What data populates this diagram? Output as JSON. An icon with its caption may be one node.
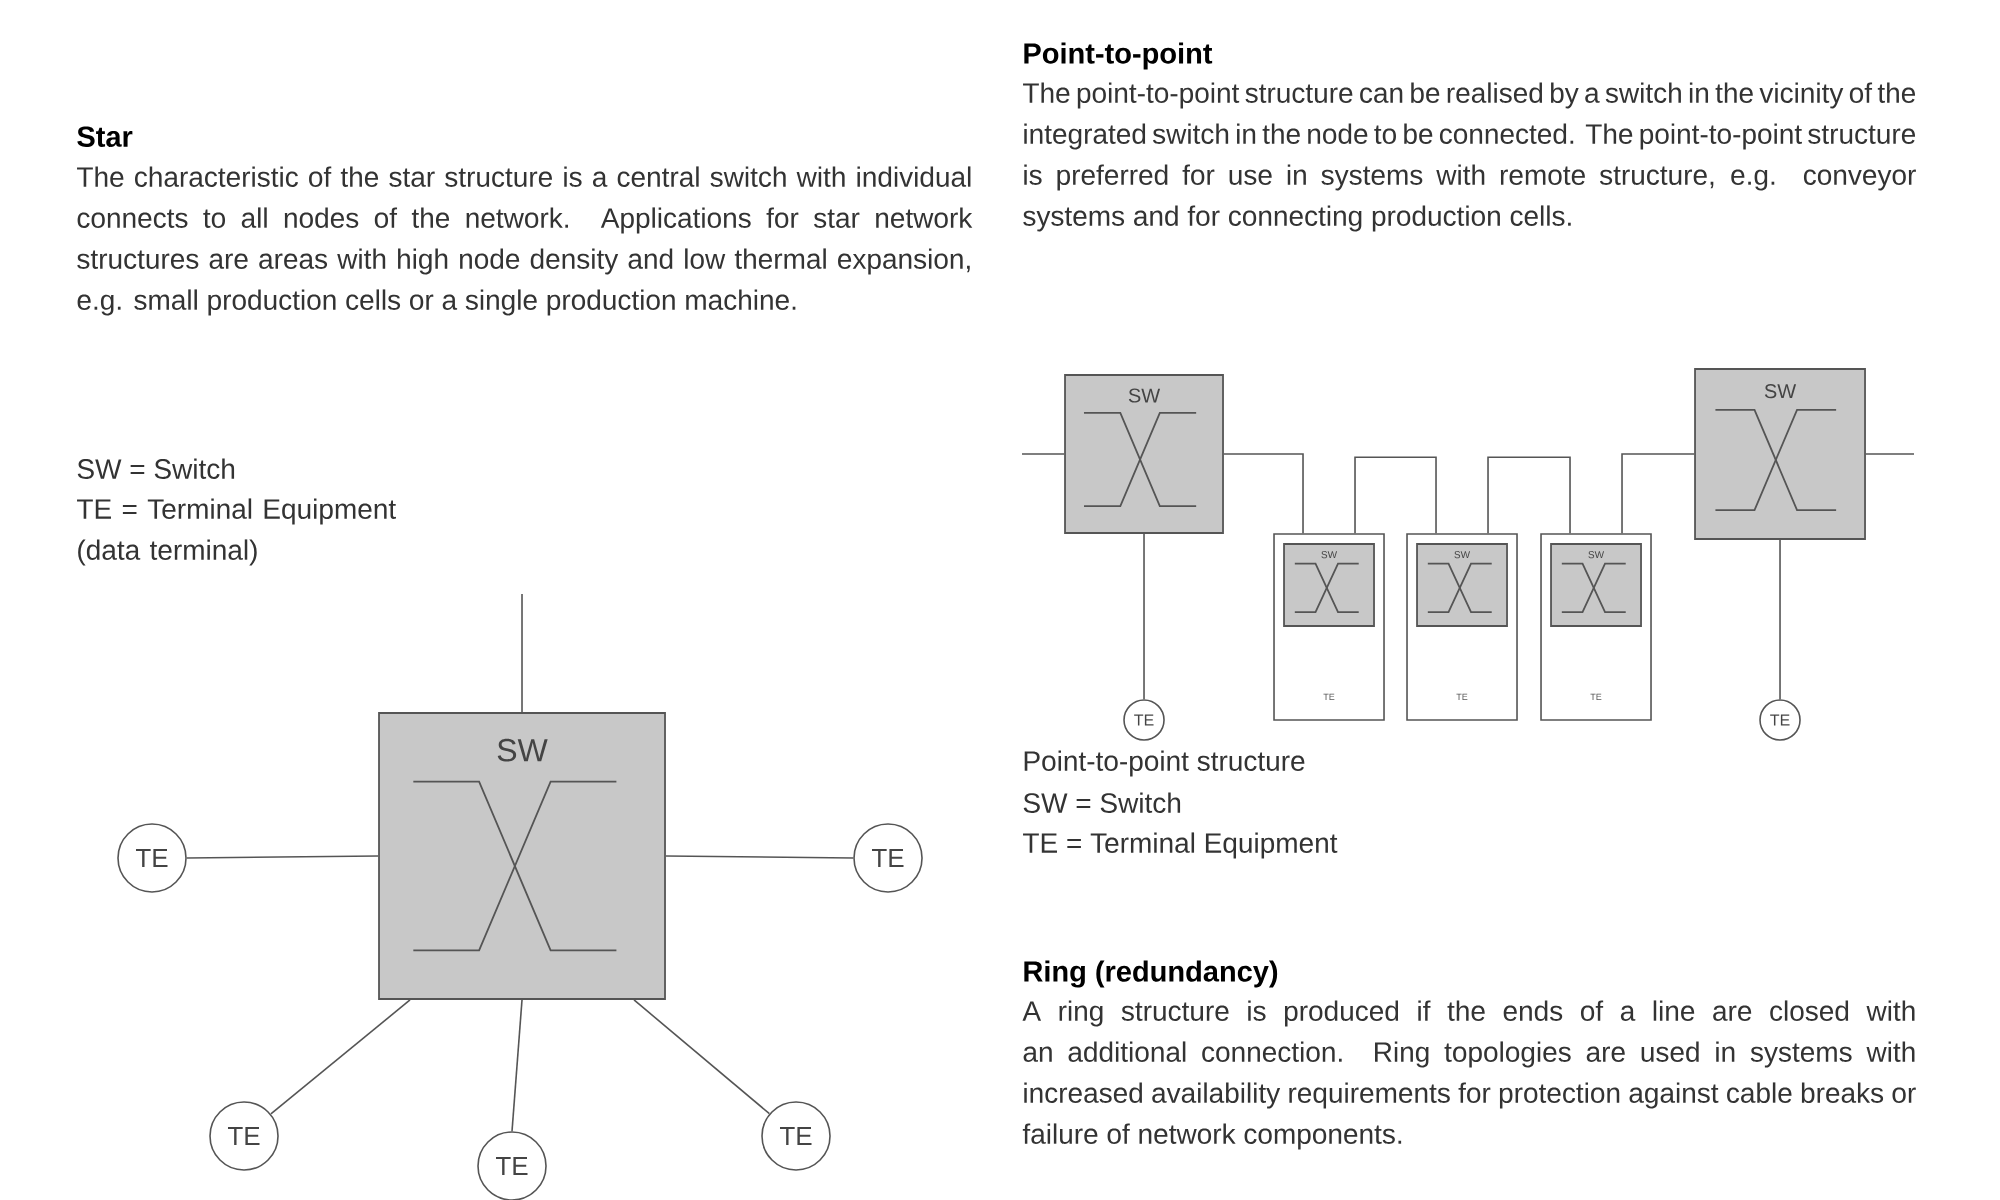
{
  "diagram": {
    "nodes": [
      {
        "text": [
          "SW"
        ]
      },
      {
        "text": [
          "TE"
        ]
      },
      {
        "text": [
          "TE"
        ]
      },
      {
        "text": [
          "TE"
        ]
      },
      {
        "text": [
          "TE"
        ]
      },
      {
        "text": [
          "TE"
        ]
      },
      {
        "text": [
          "SW"
        ]
      },
      {
        "text": [
          "TE"
        ]
      },
      {
        "text": [
          "TE"
        ]
      },
      {
        "text": [
          "SW"
        ],
        "in": 8
      },
      {
        "text": [
          "TE"
        ]
      },
      {
        "text": [
          "SW"
        ],
        "in": 10
      },
      {
        "text": [
          "TE"
        ]
      },
      {
        "text": [
          "SW"
        ],
        "in": 12
      },
      {
        "text": [
          "SW"
        ]
      },
      {
        "text": [
          "TE"
        ]
      }
    ],
    "edges": [
      {
        "from": 0,
        "to": 1,
        "arrow": "none"
      },
      {
        "from": 0,
        "to": 2,
        "arrow": "none"
      },
      {
        "from": 0,
        "to": 3,
        "arrow": "none"
      },
      {
        "from": 0,
        "to": 4,
        "arrow": "none"
      },
      {
        "from": 0,
        "to": 5,
        "arrow": "none"
      },
      {
        "from": 0,
        "to": null,
        "arrow": "none"
      },
      {
        "from": null,
        "to": 6,
        "arrow": "none"
      },
      {
        "from": 6,
        "to": 7,
        "arrow": "none"
      },
      {
        "from": 6,
        "to": 8,
        "arrow": "none"
      },
      {
        "from": 8,
        "to": 10,
        "arrow": "none"
      },
      {
        "from": 10,
        "to": 12,
        "arrow": "none"
      },
      {
        "from": 12,
        "to": 14,
        "arrow": "none"
      },
      {
        "from": 14,
        "to": 15,
        "arrow": "none"
      },
      {
        "from": 14,
        "to": null,
        "arrow": "none"
      }
    ],
    "labels": [
      "Star",
      "The characteristic of the star structure is a central switch with individual connects to all nodes of the network. Applications for star network structures are areas with high node density and low thermal expansion, e.g. small production cells or a single production machine.",
      "SW = Switch",
      "TE = Terminal Equipment (data terminal)",
      "Point-to-point",
      "The point-to-point structure can be realised by a switch in the vicinity of the integrated switch in the node to be connected. The point-to-point structure is preferred for use in systems with remote structure, e.g. conveyor systems and for connecting production cells.",
      "Point-to-point structure",
      "SW = Switch",
      "TE = Terminal Equipment",
      "Ring (redundancy)",
      "A ring structure is produced if the ends of a line are closed with an additional connection. Ring topologies are used in systems with increased availability requirements for protection against cable breaks or failure of network components."
    ]
  }
}
